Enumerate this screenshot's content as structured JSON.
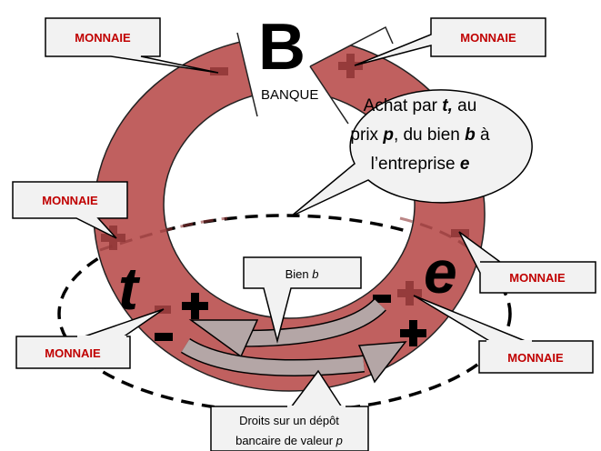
{
  "bank": {
    "letter": "B",
    "label": "BANQUE"
  },
  "agents": {
    "buyer": "t",
    "seller": "e"
  },
  "money_label": "MONNAIE",
  "bubble": {
    "line1": [
      "Achat par ",
      "t,",
      " au"
    ],
    "line2": [
      "prix ",
      "p",
      ", du bien ",
      "b",
      " à"
    ],
    "line3": [
      "l’entreprise ",
      "e"
    ]
  },
  "good_label": [
    "Bien ",
    "b"
  ],
  "deposit_label": {
    "line1": "Droits sur un dépôt",
    "line2": [
      "bancaire de valeur ",
      "p"
    ]
  },
  "colors": {
    "ring": "#c0605f",
    "sign_dark": "#8e3535",
    "arrow": "#b4a6a6"
  }
}
